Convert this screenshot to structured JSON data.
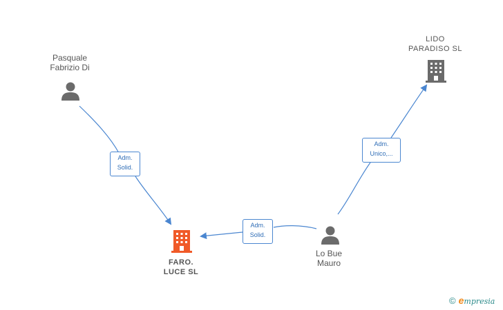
{
  "nodes": {
    "pasquale": {
      "label": "Pasquale\nFabrizio Di",
      "icon": "person-icon",
      "color": "#6b6b6b"
    },
    "lido": {
      "label": "LIDO\nPARADISO  SL",
      "icon": "building-icon",
      "color": "#6b6b6b"
    },
    "faro": {
      "label": "FARO.\nLUCE  SL",
      "icon": "building-icon",
      "color": "#f05a28"
    },
    "lobue": {
      "label": "Lo Bue\nMauro",
      "icon": "person-icon",
      "color": "#6b6b6b"
    }
  },
  "edges": [
    {
      "from": "pasquale",
      "to": "faro",
      "label": "Adm.\nSolid."
    },
    {
      "from": "lobue",
      "to": "faro",
      "label": "Adm.\nSolid."
    },
    {
      "from": "lobue",
      "to": "lido",
      "label": "Adm.\nUnico,..."
    }
  ],
  "colors": {
    "edge": "#4a86d0",
    "node_gray": "#6b6b6b",
    "node_highlight": "#f05a28"
  },
  "brand": {
    "copyright": "©",
    "e": "e",
    "rest": "mpresia"
  }
}
